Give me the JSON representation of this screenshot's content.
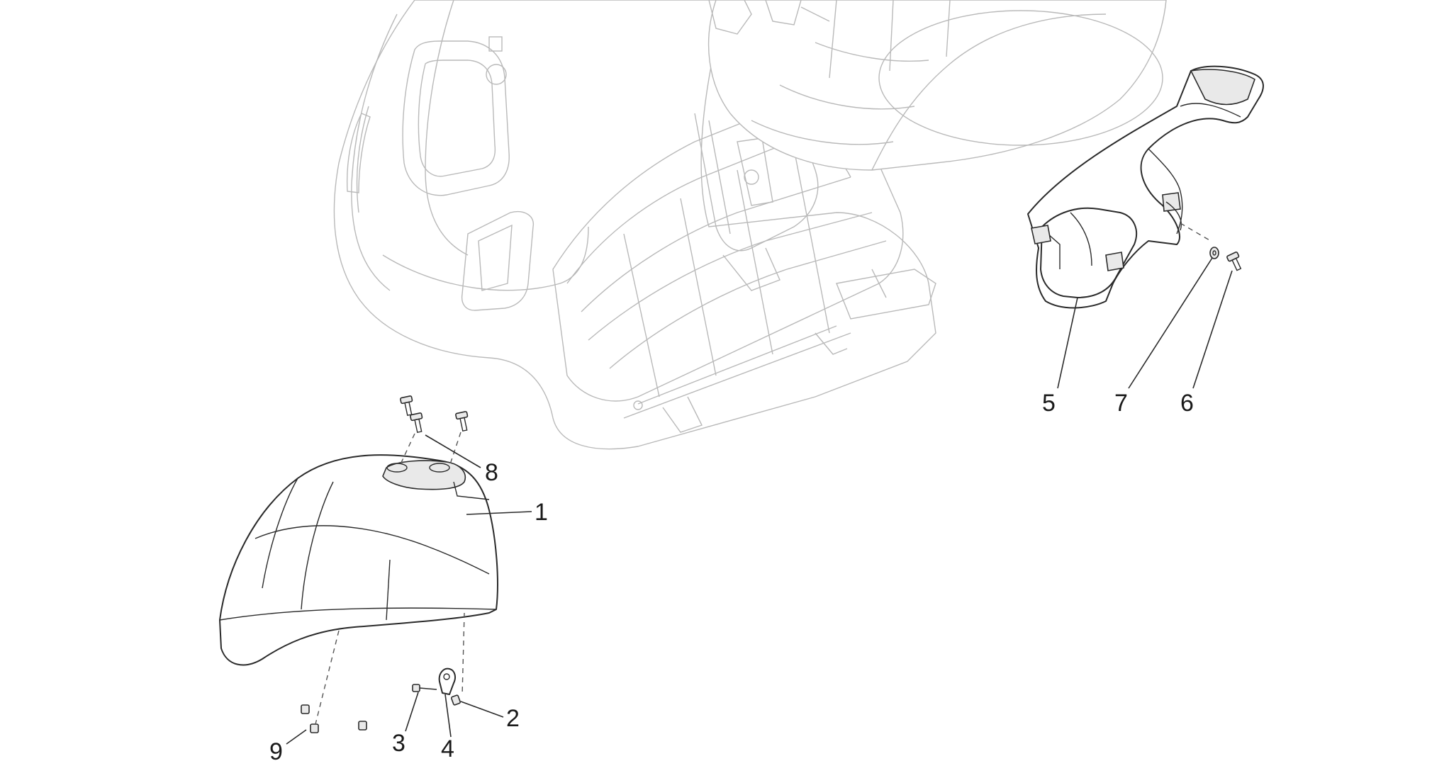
{
  "callouts": [
    {
      "id": "1",
      "label": "1"
    },
    {
      "id": "2",
      "label": "2"
    },
    {
      "id": "3",
      "label": "3"
    },
    {
      "id": "4",
      "label": "4"
    },
    {
      "id": "5",
      "label": "5"
    },
    {
      "id": "6",
      "label": "6"
    },
    {
      "id": "7",
      "label": "7"
    },
    {
      "id": "8",
      "label": "8"
    },
    {
      "id": "9",
      "label": "9"
    }
  ],
  "colors": {
    "ghost_outline": "#b9b9b9",
    "part_outline": "#2a2a2a",
    "background": "#ffffff"
  }
}
